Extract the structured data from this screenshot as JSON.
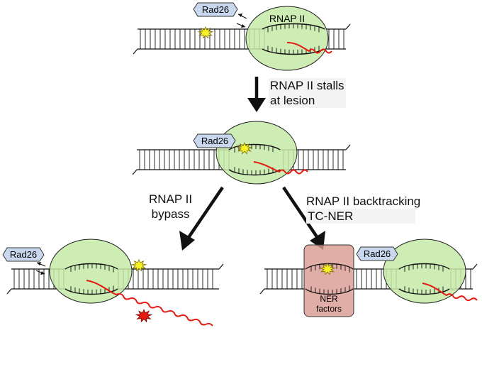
{
  "labels": {
    "rad26": "Rad26",
    "rnap": "RNAP II",
    "ner_line1": "NER",
    "ner_line2": "factors"
  },
  "steps": {
    "stall_line1": "RNAP II stalls",
    "stall_line2": "at lesion",
    "bypass_line1": "RNAP II",
    "bypass_line2": "bypass",
    "backtrack_line1": "RNAP II backtracking",
    "backtrack_line2": "TC-NER"
  },
  "colors": {
    "polymerase": "#c6eaa8",
    "rad26": "#c9d8ee",
    "ner": "#d99a91",
    "lesion": "#f7f12a",
    "mutant_lesion": "#e41b12",
    "rna": "#e41b12"
  }
}
